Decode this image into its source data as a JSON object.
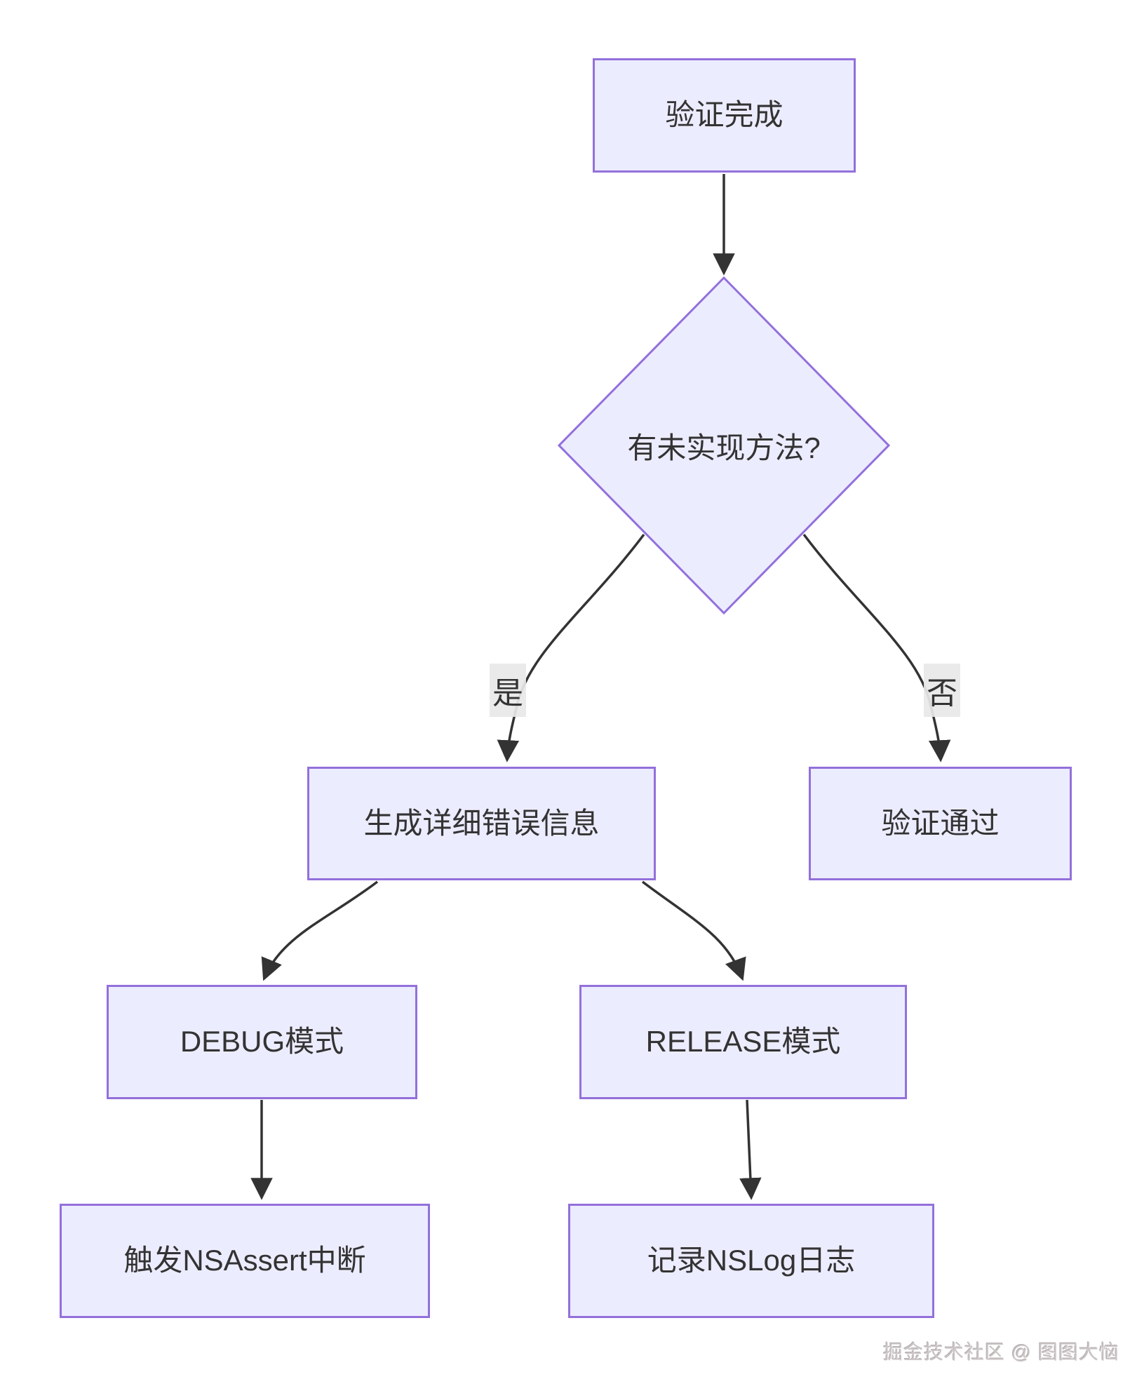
{
  "diagram": {
    "type": "flowchart",
    "nodes": {
      "start": {
        "label": "验证完成",
        "shape": "rect"
      },
      "decision": {
        "label": "有未实现方法?",
        "shape": "diamond"
      },
      "generate_error": {
        "label": "生成详细错误信息",
        "shape": "rect"
      },
      "pass": {
        "label": "验证通过",
        "shape": "rect"
      },
      "debug_mode": {
        "label": "DEBUG模式",
        "shape": "rect"
      },
      "release_mode": {
        "label": "RELEASE模式",
        "shape": "rect"
      },
      "nsassert": {
        "label": "触发NSAssert中断",
        "shape": "rect"
      },
      "nslog": {
        "label": "记录NSLog日志",
        "shape": "rect"
      }
    },
    "edges": [
      {
        "from": "start",
        "to": "decision",
        "label": ""
      },
      {
        "from": "decision",
        "to": "generate_error",
        "label": "是"
      },
      {
        "from": "decision",
        "to": "pass",
        "label": "否"
      },
      {
        "from": "generate_error",
        "to": "debug_mode",
        "label": ""
      },
      {
        "from": "generate_error",
        "to": "release_mode",
        "label": ""
      },
      {
        "from": "debug_mode",
        "to": "nsassert",
        "label": ""
      },
      {
        "from": "release_mode",
        "to": "nslog",
        "label": ""
      }
    ],
    "edge_labels": {
      "yes": "是",
      "no": "否"
    },
    "colors": {
      "node_fill": "#ECECFF",
      "node_border": "#9370DB",
      "edge_line": "#333333",
      "edge_label_bg": "#e8e8e8",
      "text": "#333333",
      "background": "#ffffff"
    }
  },
  "watermark": {
    "text": "掘金技术社区 @ 图图大恼"
  }
}
